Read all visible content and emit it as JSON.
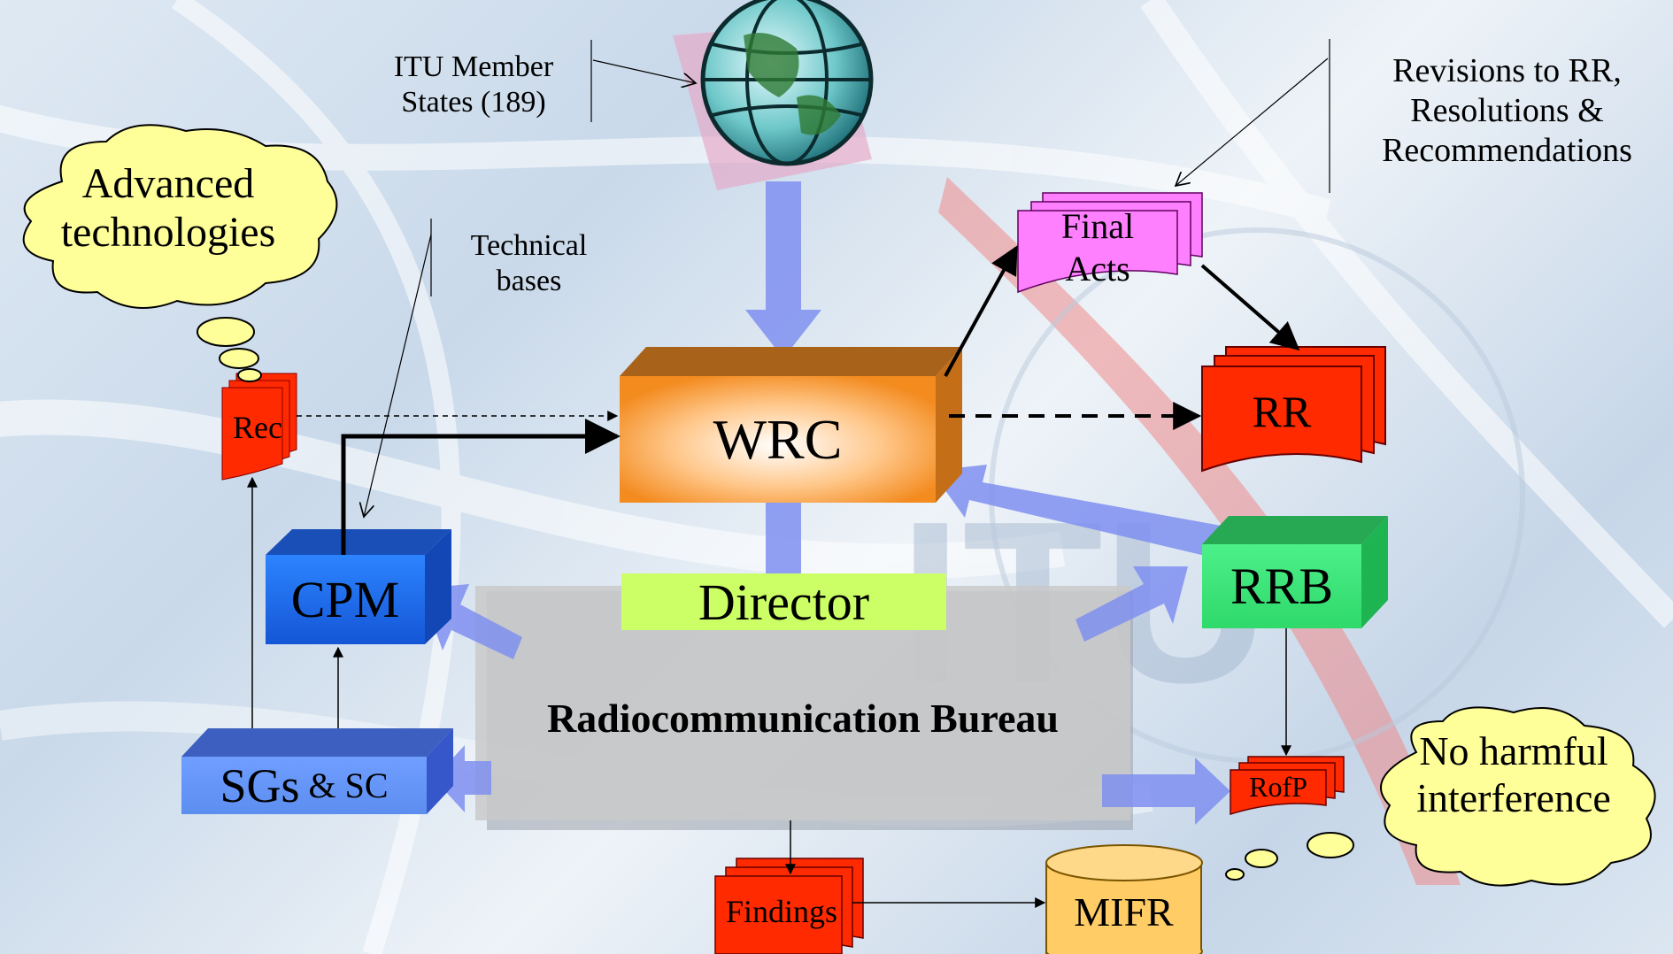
{
  "nodes": {
    "wrc": "WRC",
    "cpm": "CPM",
    "rrb": "RRB",
    "director": "Director",
    "bureau": "Radiocommunication Bureau",
    "sgs_main": "SGs",
    "sgs_rest": "& SC",
    "rec": "Rec",
    "rr": "RR",
    "final_acts_1": "Final",
    "final_acts_2": "Acts",
    "rofp": "RofP",
    "findings": "Findings",
    "mifr": "MIFR"
  },
  "labels": {
    "itu_members_1": "ITU Member",
    "itu_members_2": "States (189)",
    "technical_bases_1": "Technical",
    "technical_bases_2": "bases",
    "revisions_1": "Revisions to RR,",
    "revisions_2": "Resolutions &",
    "revisions_3": "Recommendations"
  },
  "clouds": {
    "advanced_1": "Advanced",
    "advanced_2": "technologies",
    "no_harm_1": "No harmful",
    "no_harm_2": "interference"
  },
  "background": {
    "watermark": "ITU"
  },
  "colors": {
    "wrc_box": "#f7941d",
    "cpm_box": "#1f6fe8",
    "rrb_box": "#3ee878",
    "director_bar": "#ccff66",
    "doc_red": "#ff2a00",
    "final_acts": "#ff80ff",
    "mifr": "#ffcc66",
    "cloud": "#ffff99",
    "flow_arrow": "#7f8ff0"
  }
}
